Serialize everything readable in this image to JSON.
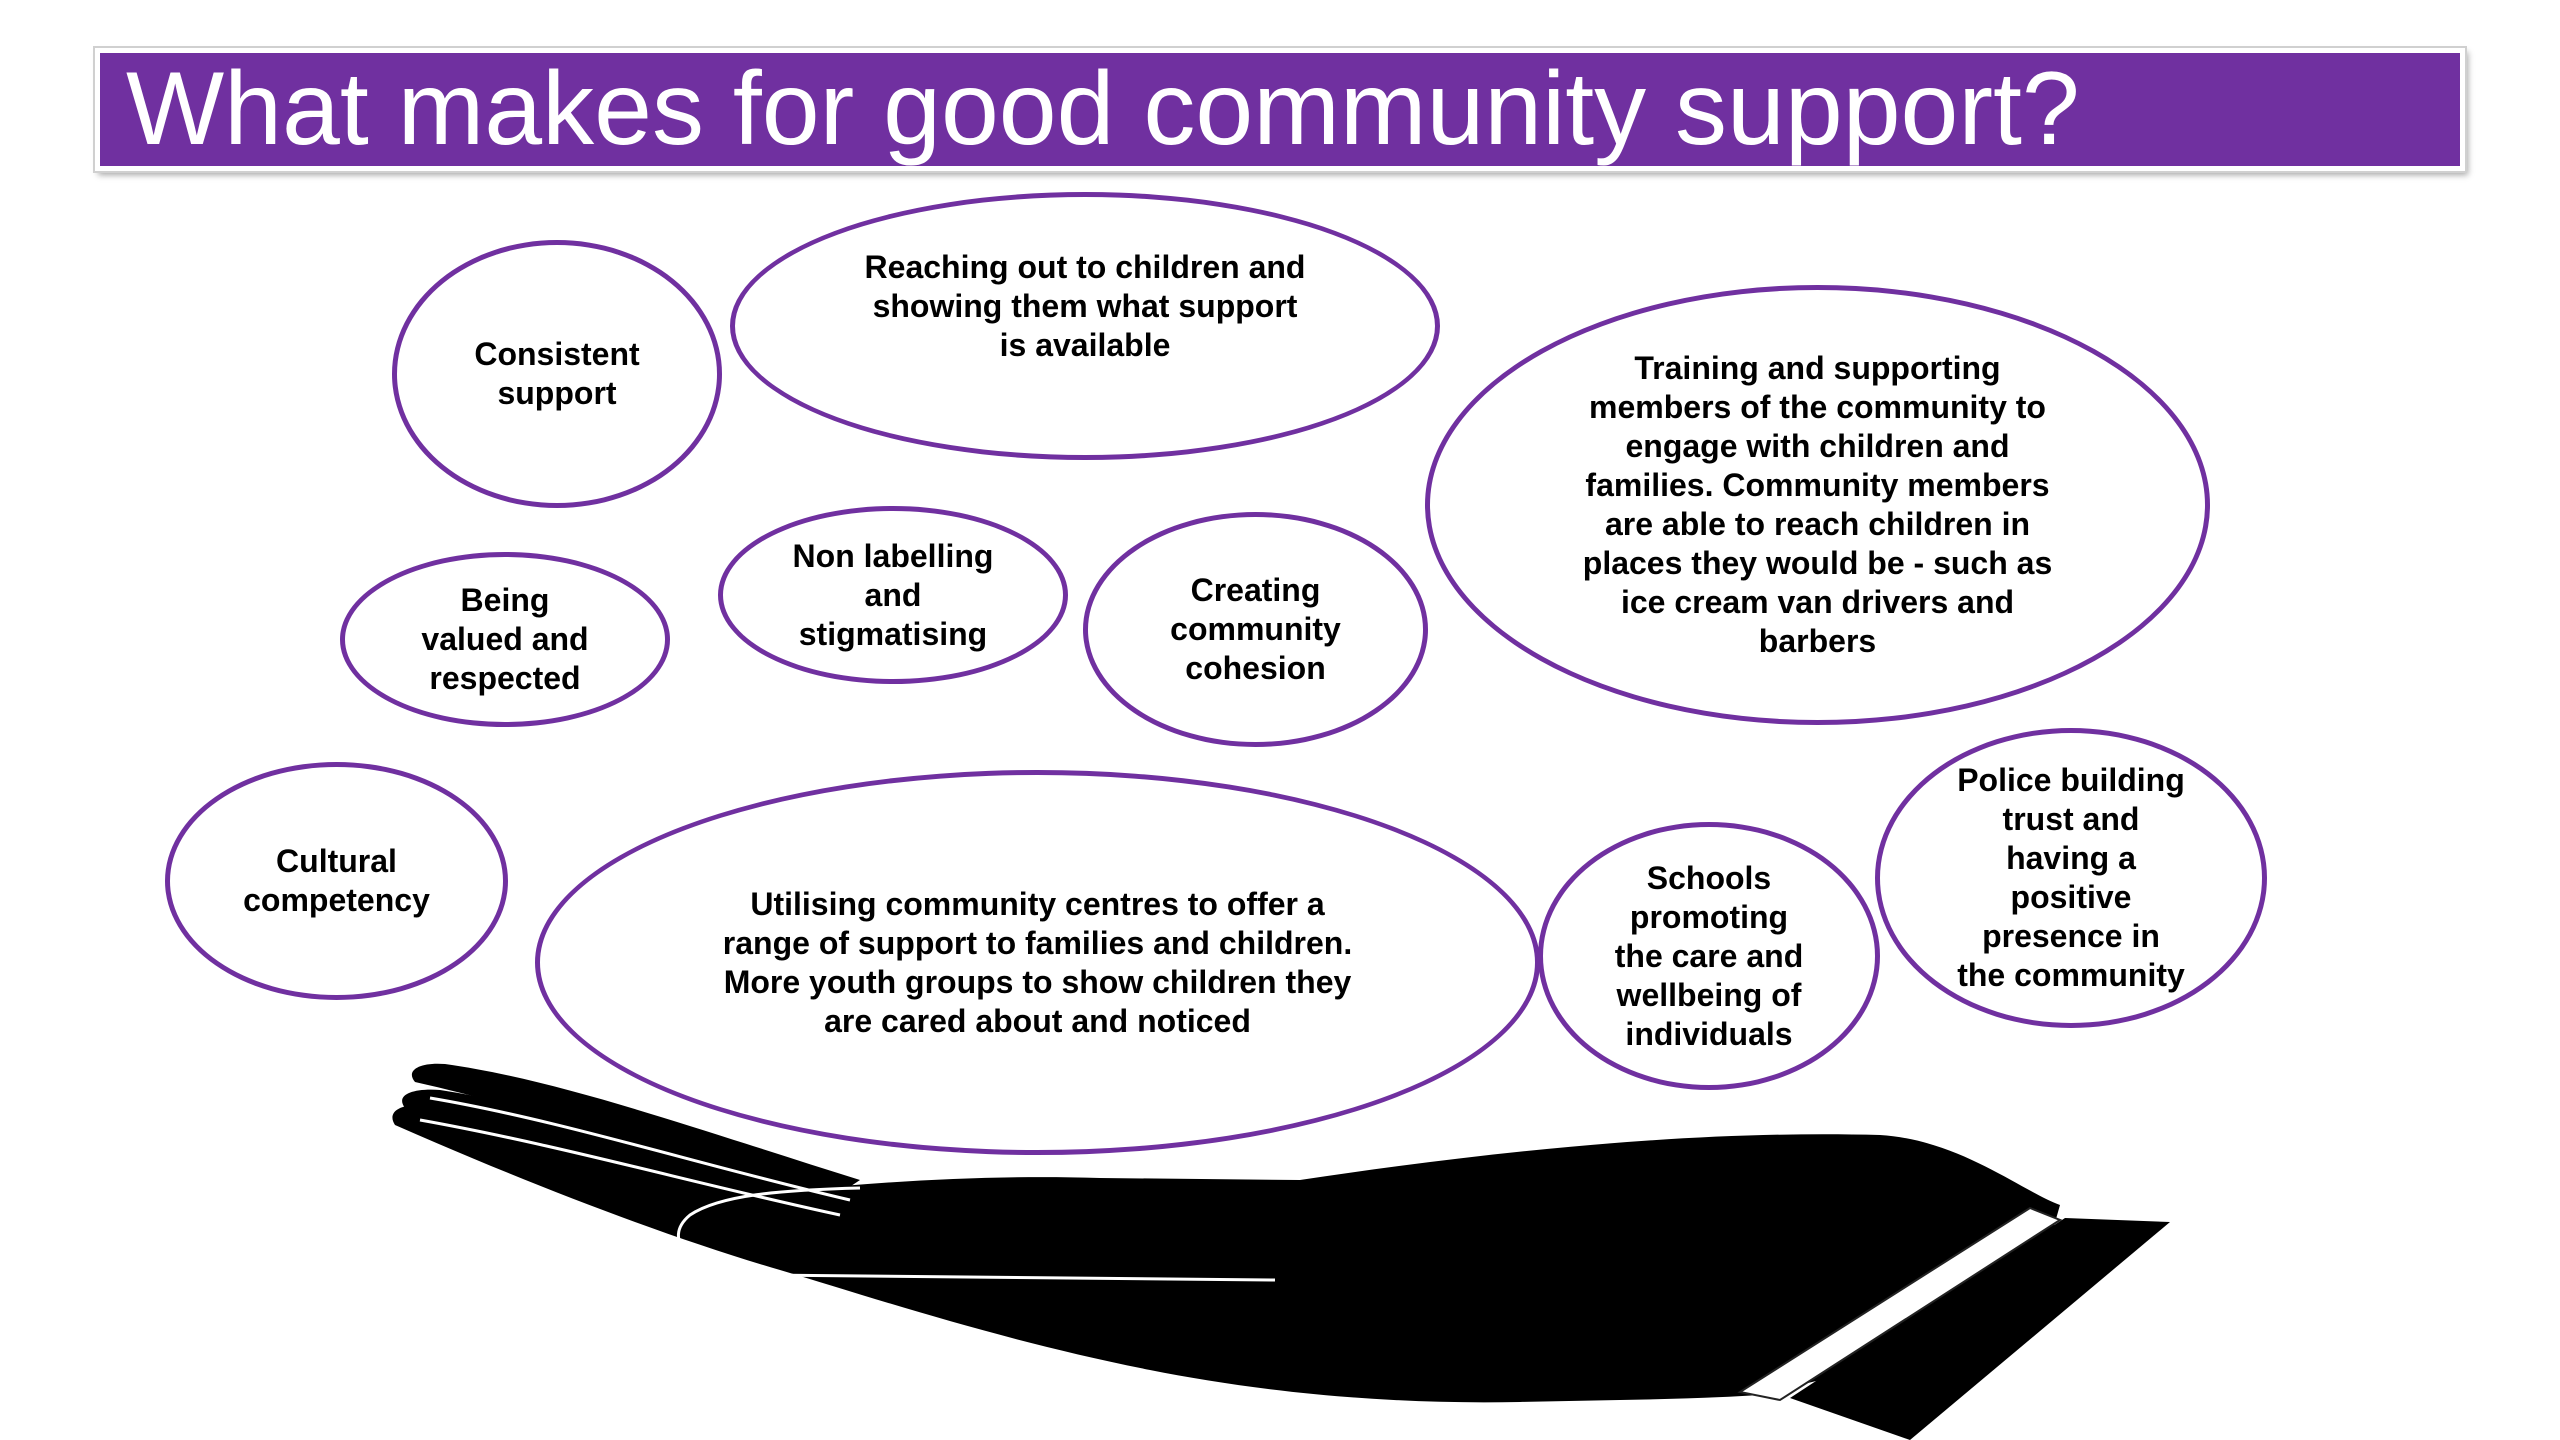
{
  "title": "What makes for good community support?",
  "colors": {
    "accent": "#7030a0",
    "title_text": "#ffffff",
    "hand": "#000000"
  },
  "bubbles": [
    {
      "id": "consistent",
      "text": "Consistent\nsupport"
    },
    {
      "id": "reaching",
      "text": "Reaching out to children and\nshowing them what support\nis available"
    },
    {
      "id": "training",
      "text": "Training and supporting\nmembers of the community to\nengage with children and\nfamilies. Community members\nare able to reach children in\nplaces they would be - such as\nice cream van drivers and\nbarbers"
    },
    {
      "id": "valued",
      "text": "Being\nvalued and\nrespected"
    },
    {
      "id": "labelling",
      "text": "Non labelling\nand\nstigmatising"
    },
    {
      "id": "cohesion",
      "text": "Creating\ncommunity\ncohesion"
    },
    {
      "id": "cultural",
      "text": "Cultural\ncompetency"
    },
    {
      "id": "centres",
      "text": "Utilising community centres to offer a\nrange of support to families and children.\nMore youth groups to show children they\nare cared about and noticed"
    },
    {
      "id": "schools",
      "text": "Schools\npromoting\nthe care and\nwellbeing of\nindividuals"
    },
    {
      "id": "police",
      "text": "Police building\ntrust and\nhaving a\npositive\npresence in\nthe community"
    }
  ],
  "icons": {
    "hand": "open-hand-icon"
  }
}
